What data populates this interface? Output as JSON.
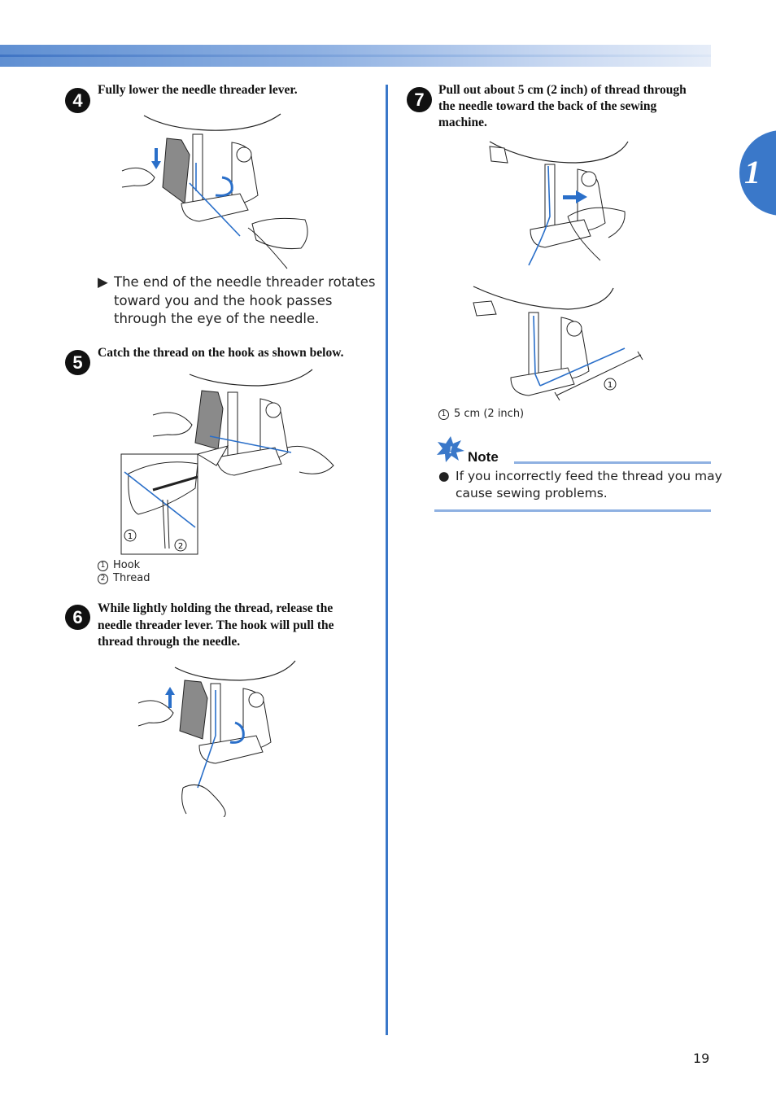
{
  "chapter": {
    "number": "1"
  },
  "steps": [
    {
      "number": "4",
      "instruction": "Fully lower the needle threader lever.",
      "result_marker": "▶",
      "result_lines": [
        "The end of the needle threader rotates",
        "toward you and the hook passes",
        "through the eye of the needle."
      ]
    },
    {
      "number": "5",
      "instruction": "Catch the thread on the hook as shown below.",
      "legend": [
        {
          "marker": "1",
          "label": "Hook"
        },
        {
          "marker": "2",
          "label": "Thread"
        }
      ]
    },
    {
      "number": "6",
      "instruction_lines": [
        "While lightly holding the thread, release the",
        "needle threader lever. The hook will pull the",
        "thread through the needle."
      ]
    },
    {
      "number": "7",
      "instruction_lines": [
        "Pull out about 5 cm (2 inch) of thread through",
        "the needle toward the back of the sewing",
        "machine."
      ],
      "legend": [
        {
          "marker": "1",
          "label": "5 cm (2 inch)"
        }
      ]
    }
  ],
  "note": {
    "title": "Note",
    "bullet": "●",
    "lines": [
      "If you incorrectly feed the thread you may",
      "cause sewing problems."
    ]
  },
  "page_number": "19",
  "colors": {
    "accent": "#3a78c9",
    "thread": "#2a6fc9",
    "band_light": "#cbdaf2"
  }
}
